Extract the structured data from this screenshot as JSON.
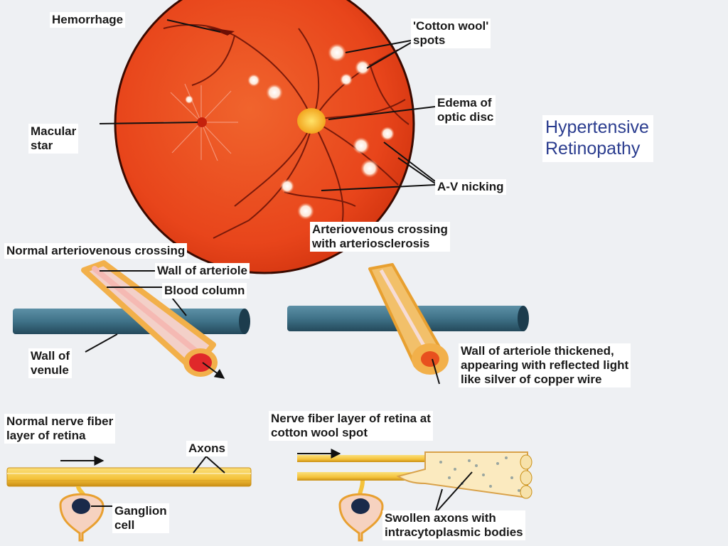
{
  "title": "Hypertensive\nRetinopathy",
  "fundus_labels": {
    "hemorrhage": "Hemorrhage",
    "cotton_wool": "'Cotton wool'\nspots",
    "edema": "Edema of\noptic disc",
    "macular_star": "Macular\nstar",
    "av_nicking": "A-V nicking"
  },
  "crossing_labels": {
    "normal": "Normal arteriovenous crossing",
    "sclerosis": "Arteriovenous crossing\nwith arteriosclerosis",
    "wall_arteriole": "Wall of arteriole",
    "blood_column": "Blood column",
    "wall_venule": "Wall of\nvenule",
    "thickened": "Wall of arteriole thickened,\nappearing with reflected light\nlike silver of copper wire"
  },
  "nerve_labels": {
    "normal": "Normal nerve fiber\nlayer of retina",
    "axons": "Axons",
    "ganglion": "Ganglion\ncell",
    "cotton_spot": "Nerve fiber layer of retina at\ncotton wool spot",
    "swollen": "Swollen axons with\nintracytoplasmic bodies"
  },
  "colors": {
    "fundus": "#e8451b",
    "vessel": "#7a1a0a",
    "venule": "#3f7288",
    "arteriole_wall": "#f2b04a",
    "blood": "#e0282a",
    "axon": "#f4c23a",
    "title": "#2b3d8f"
  }
}
